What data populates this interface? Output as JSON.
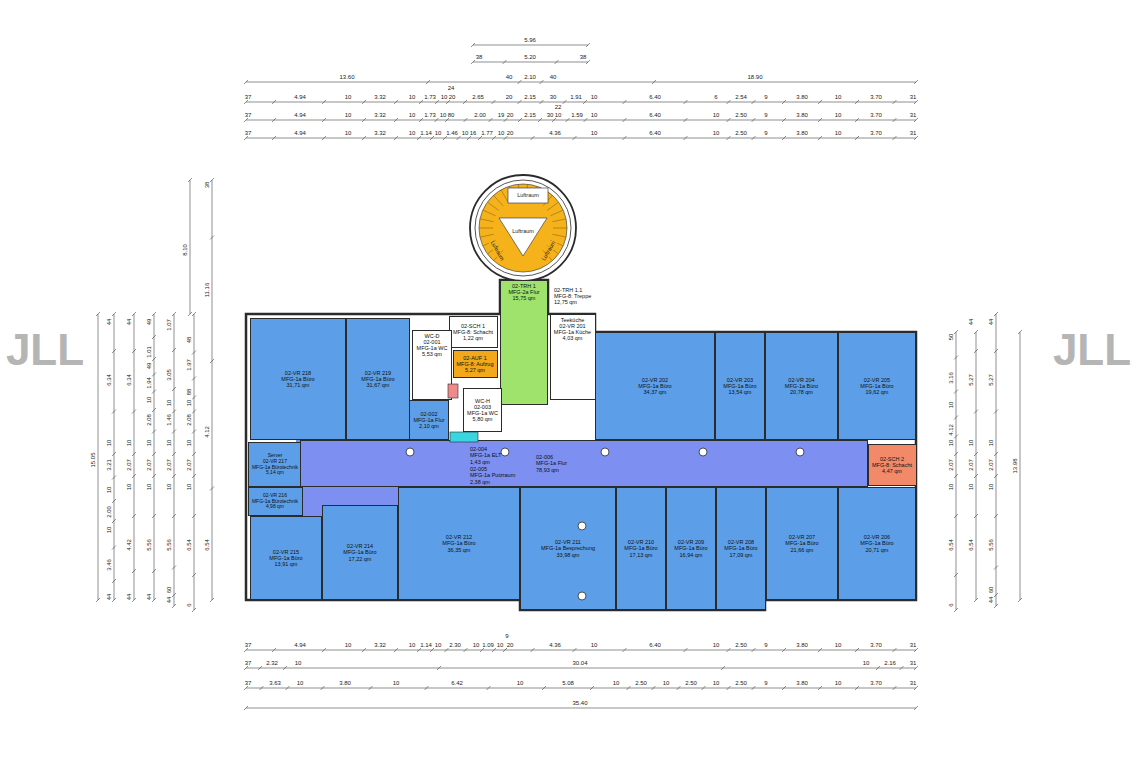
{
  "diagram": {
    "nodes": [
      {
        "text": [
          "02-TRH 1",
          "MFG-2a Flur",
          "15,75 qm"
        ]
      },
      {
        "text": [
          "02-TRH 1.1",
          "MFG-8: Treppe",
          "12,75 qm"
        ]
      },
      {
        "text": [
          "02-VR 218",
          "MFG-1a Büro",
          "31,71 qm"
        ]
      },
      {
        "text": [
          "02-VR 219",
          "MFG-1a Büro",
          "31,67 qm"
        ]
      },
      {
        "text": [
          "02-SCH 1",
          "MFG-8: Schacht",
          "1,22 qm"
        ]
      },
      {
        "text": [
          "WC-D",
          "02-001",
          "MFG-1a WC",
          "5,53 qm"
        ]
      },
      {
        "text": [
          "Teeküche",
          "02-VR 201",
          "MFG-1a Küche",
          "4,03 qm"
        ]
      },
      {
        "text": [
          "02-VR 202",
          "MFG-1a Büro",
          "34,37 qm"
        ]
      },
      {
        "text": [
          "02-VR 203",
          "MFG-1a Büro",
          "13,54 qm"
        ]
      },
      {
        "text": [
          "02-VR 204",
          "MFG-1a Büro",
          "20,78 qm"
        ]
      },
      {
        "text": [
          "02-VR 205",
          "MFG-1a Büro",
          "19,62 qm"
        ]
      },
      {
        "text": [
          "02-AUF 1",
          "MFG-8: Aufzug",
          "5,27 qm"
        ]
      },
      {
        "text": [
          "WC-H",
          "02-003",
          "MFG-1a WC",
          "5,80 qm"
        ]
      },
      {
        "text": [
          "02-002",
          "MFG-1a Flur",
          "2,10 qm"
        ]
      },
      {
        "text": [
          "Server",
          "02-VR 217",
          "MFG-1a Bürotechnik",
          "5,14 qm"
        ]
      },
      {
        "text": [
          "02-006",
          "MFG-1a Flur",
          "78,93 qm"
        ]
      },
      {
        "text": [
          "02-004",
          "MFG-1a ELT",
          "1,43 qm"
        ]
      },
      {
        "text": [
          "02-005",
          "MFG-1a Putzraum",
          "2,38 qm"
        ]
      },
      {
        "text": [
          "02-SCH 2",
          "MFG-8: Schacht",
          "4,47 qm"
        ]
      },
      {
        "text": [
          "02-VR 216",
          "MFG-1a Bürotechnik",
          "4,98 qm"
        ]
      },
      {
        "text": [
          "02-VR 215",
          "MFG-1a Büro",
          "13,91 qm"
        ]
      },
      {
        "text": [
          "02-VR 214",
          "MFG-1a Büro",
          "17,22 qm"
        ]
      },
      {
        "text": [
          "02-VR 212",
          "MFG-1a Büro",
          "36,35 qm"
        ]
      },
      {
        "text": [
          "02-VR 211",
          "MFG-1a Besprechung",
          "33,98 qm"
        ]
      },
      {
        "text": [
          "02-VR 210",
          "MFG-1a Büro",
          "17,13 qm"
        ]
      },
      {
        "text": [
          "02-VR 209",
          "MFG-1a Büro",
          "16,94 qm"
        ]
      },
      {
        "text": [
          "02-VR 208",
          "MFG-1a Büro",
          "17,09 qm"
        ]
      },
      {
        "text": [
          "02-VR 207",
          "MFG-1a Büro",
          "21,66 qm"
        ]
      },
      {
        "text": [
          "02-VR 206",
          "MFG-1a Büro",
          "20,71 qm"
        ]
      }
    ],
    "labels": [
      "5.96",
      "38",
      "5.20",
      "38",
      "13.60",
      "40",
      "2.10",
      "40",
      "18.90",
      "24",
      "37",
      "4.94",
      "10",
      "3.32",
      "10",
      "1.73",
      "10",
      "20",
      "2.65",
      "20",
      "2.15",
      "30",
      "1.91",
      "10",
      "6.40",
      "6",
      "2.54",
      "9",
      "3.80",
      "10",
      "3.70",
      "31",
      "22",
      "37",
      "4.94",
      "10",
      "3.32",
      "10",
      "1.73",
      "10",
      "80",
      "2.00",
      "19",
      "20",
      "2.15",
      "30",
      "10",
      "1.59",
      "10",
      "6.40",
      "10",
      "2.50",
      "9",
      "3.80",
      "10",
      "3.70",
      "31",
      "37",
      "4.94",
      "10",
      "3.32",
      "10",
      "1.14",
      "10",
      "1.46",
      "10",
      "16",
      "1.77",
      "10",
      "20",
      "4.36",
      "10",
      "6.40",
      "10",
      "2.50",
      "9",
      "3.80",
      "10",
      "3.70",
      "31",
      "9",
      "37",
      "4.94",
      "10",
      "3.32",
      "10",
      "1.14",
      "10",
      "2.30",
      "10",
      "1.09",
      "10",
      "20",
      "4.36",
      "10",
      "6.40",
      "10",
      "2.50",
      "9",
      "3.80",
      "10",
      "3.70",
      "31",
      "37",
      "2.32",
      "10",
      "30.04",
      "10",
      "2.16",
      "31",
      "37",
      "3.63",
      "10",
      "3.80",
      "10",
      "6.42",
      "10",
      "5.08",
      "10",
      "2.50",
      "10",
      "2.50",
      "10",
      "2.50",
      "9",
      "3.80",
      "10",
      "3.70",
      "31",
      "35.40",
      "15.05",
      "44",
      "6.34",
      "10",
      "3.21",
      "10",
      "2.00",
      "10",
      "3.46",
      "44",
      "44",
      "6.34",
      "10",
      "2.07",
      "10",
      "4.42",
      "44",
      "49",
      "1.01",
      "49",
      "1.94",
      "10",
      "2.08",
      "10",
      "2.07",
      "10",
      "5.56",
      "44",
      "1.07",
      "3.05",
      "10",
      "1.46",
      "10",
      "2.07",
      "10",
      "5.56",
      "60",
      "44",
      "48",
      "1.97",
      "88",
      "10",
      "2.08",
      "10",
      "2.07",
      "10",
      "6.54",
      "6",
      "38",
      "11.16",
      "4.12",
      "6.54",
      "8.10",
      "50",
      "3.16",
      "10",
      "4.12",
      "10",
      "2.07",
      "10",
      "6.54",
      "6",
      "44",
      "5.27",
      "10",
      "2.07",
      "10",
      "6.54",
      "44",
      "5.27",
      "10",
      "2.07",
      "10",
      "5.56",
      "60",
      "44",
      "13.98",
      "Luftraum",
      "Luftraum",
      "Luftraum",
      "Luftraum",
      "JLL",
      "JLL"
    ]
  }
}
